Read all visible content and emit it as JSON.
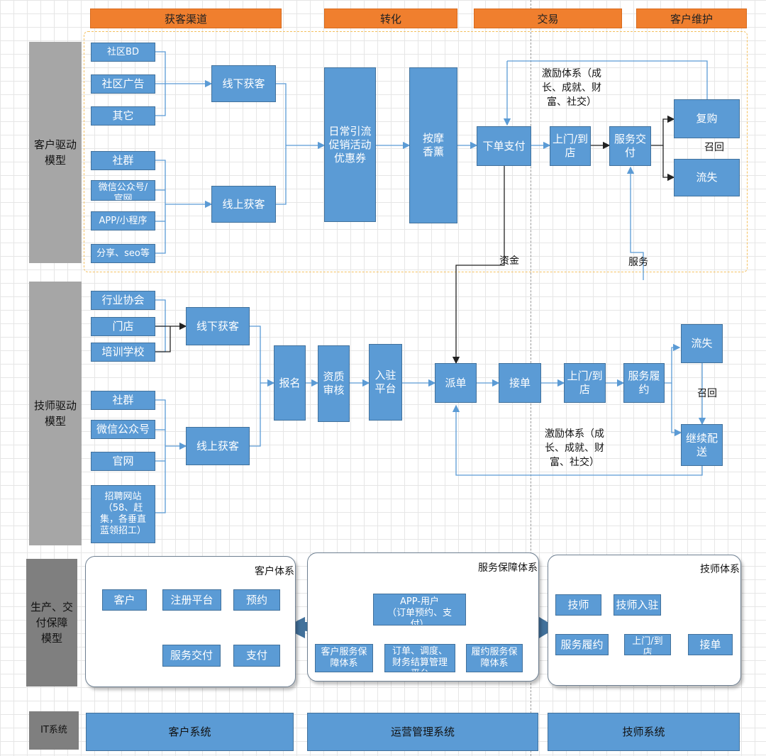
{
  "headers": {
    "h1": "获客渠道",
    "h2": "转化",
    "h3": "交易",
    "h4": "客户维护"
  },
  "sides": {
    "customer": "客户驱动\n模型",
    "tech": "技师驱动\n模型",
    "prod": "生产、交\n付保障\n模型",
    "it": "IT系统"
  },
  "customer": {
    "ch1": "社区BD",
    "ch2": "社区广告",
    "ch3": "其它",
    "ch4": "社群",
    "ch5": "微信公众号/\n官网",
    "ch6": "APP/小程序",
    "ch7": "分享、seo等",
    "offline": "线下获客",
    "online": "线上获客",
    "promo": "日常引流\n促销活动\n优惠券",
    "product": "按摩\n香薰",
    "order": "下单支付",
    "visit": "上门/到\n店",
    "deliver": "服务交\n付",
    "rebuy": "复购",
    "churn": "流失",
    "recall": "召回",
    "incentive": "激励体系（成\n长、成就、财\n富、社交）",
    "funds": "资金",
    "service": "服务"
  },
  "tech": {
    "ch1": "行业协会",
    "ch2": "门店",
    "ch3": "培训学校",
    "ch4": "社群",
    "ch5": "微信公众号",
    "ch6": "官网",
    "ch7": "招聘网站\n（58、赶\n集，各垂直\n蓝领招工）",
    "offline": "线下获客",
    "online": "线上获客",
    "signup": "报名",
    "review": "资质\n审核",
    "join": "入驻\n平台",
    "dispatch": "派单",
    "accept": "接单",
    "visit": "上门/到\n店",
    "perform": "服务履\n约",
    "churn": "流失",
    "recall": "召回",
    "continue": "继续配\n送",
    "incentive": "激励体系（成\n长、成就、财\n富、社交）"
  },
  "prod": {
    "p1_title": "客户体系",
    "p1_a": "客户",
    "p1_b": "注册平台",
    "p1_c": "预约",
    "p1_d": "支付",
    "p1_e": "服务交付",
    "p2_title": "服务保障体系",
    "p2_a": "APP-用户\n（订单预约、支\n付）",
    "p2_b": "客户服务保\n障体系",
    "p2_c": "订单、调度、\n财务结算管理\n平台",
    "p2_d": "履约服务保\n障体系",
    "p3_title": "技师体系",
    "p3_a": "技师",
    "p3_b": "技师入驻",
    "p3_c": "接单",
    "p3_d": "上门/到\n店",
    "p3_e": "服务履约"
  },
  "it": {
    "a": "客户系统",
    "b": "运营管理系统",
    "c": "技师系统"
  },
  "colors": {
    "header": "#f07f2e",
    "box": "#5b9bd5",
    "side": "#a6a6a6",
    "line": "#5b9bd5",
    "dash": "#f4c060"
  }
}
